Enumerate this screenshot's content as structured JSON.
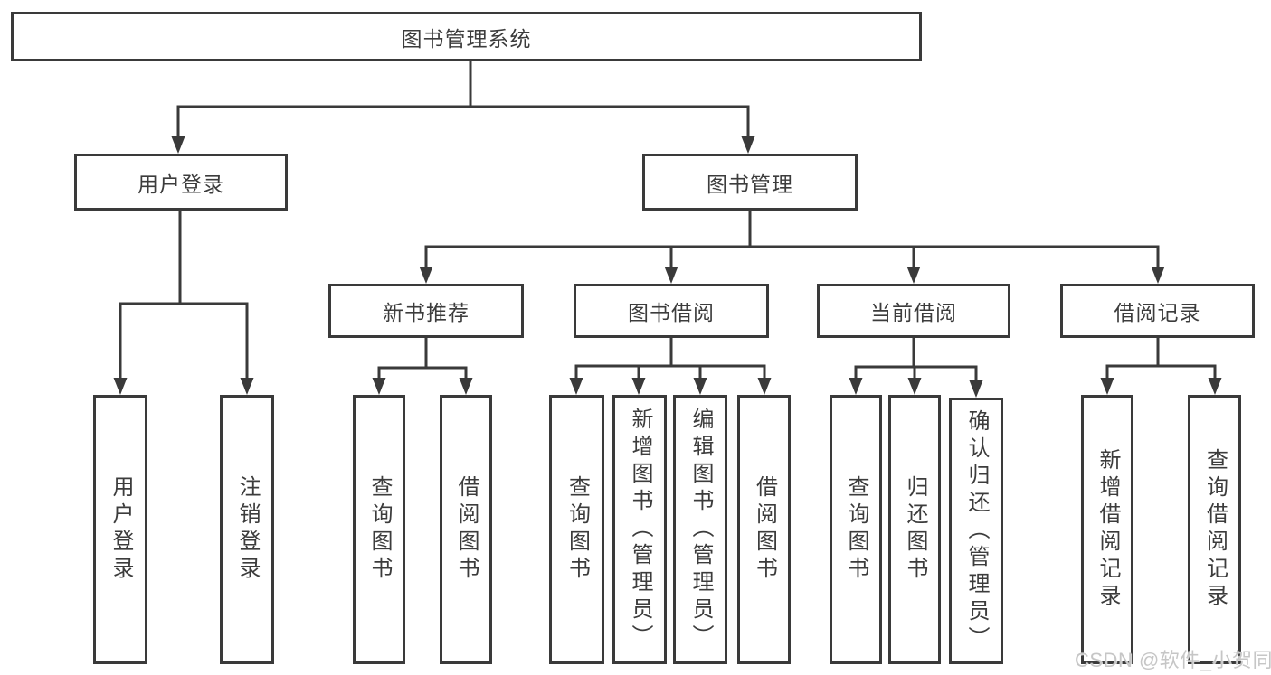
{
  "diagram": {
    "title": "图书管理系统",
    "root": {
      "label": "图书管理系统"
    },
    "level2": [
      {
        "label": "用户登录"
      },
      {
        "label": "图书管理"
      }
    ],
    "level3": [
      {
        "label": "新书推荐",
        "parent": "图书管理"
      },
      {
        "label": "图书借阅",
        "parent": "图书管理"
      },
      {
        "label": "当前借阅",
        "parent": "图书管理"
      },
      {
        "label": "借阅记录",
        "parent": "图书管理"
      }
    ],
    "leaves": [
      {
        "label": "用户登录",
        "parent": "用户登录"
      },
      {
        "label": "注销登录",
        "parent": "用户登录"
      },
      {
        "label": "查询图书",
        "parent": "新书推荐"
      },
      {
        "label": "借阅图书",
        "parent": "新书推荐"
      },
      {
        "label": "查询图书",
        "parent": "图书借阅"
      },
      {
        "label": "新增图书（管理员）",
        "parent": "图书借阅"
      },
      {
        "label": "编辑图书（管理员）",
        "parent": "图书借阅"
      },
      {
        "label": "借阅图书",
        "parent": "图书借阅"
      },
      {
        "label": "查询图书",
        "parent": "当前借阅"
      },
      {
        "label": "归还图书",
        "parent": "当前借阅"
      },
      {
        "label": "确认归还（管理员）",
        "parent": "当前借阅"
      },
      {
        "label": "新增借阅记录",
        "parent": "借阅记录"
      },
      {
        "label": "查询借阅记录",
        "parent": "借阅记录"
      }
    ]
  },
  "watermark": {
    "text": "CSDN @软件_小贺同学"
  },
  "colors": {
    "line": "#3a3a3a",
    "text": "#3c3c3c",
    "background": "#ffffff",
    "watermark": "#c6c6c6"
  }
}
